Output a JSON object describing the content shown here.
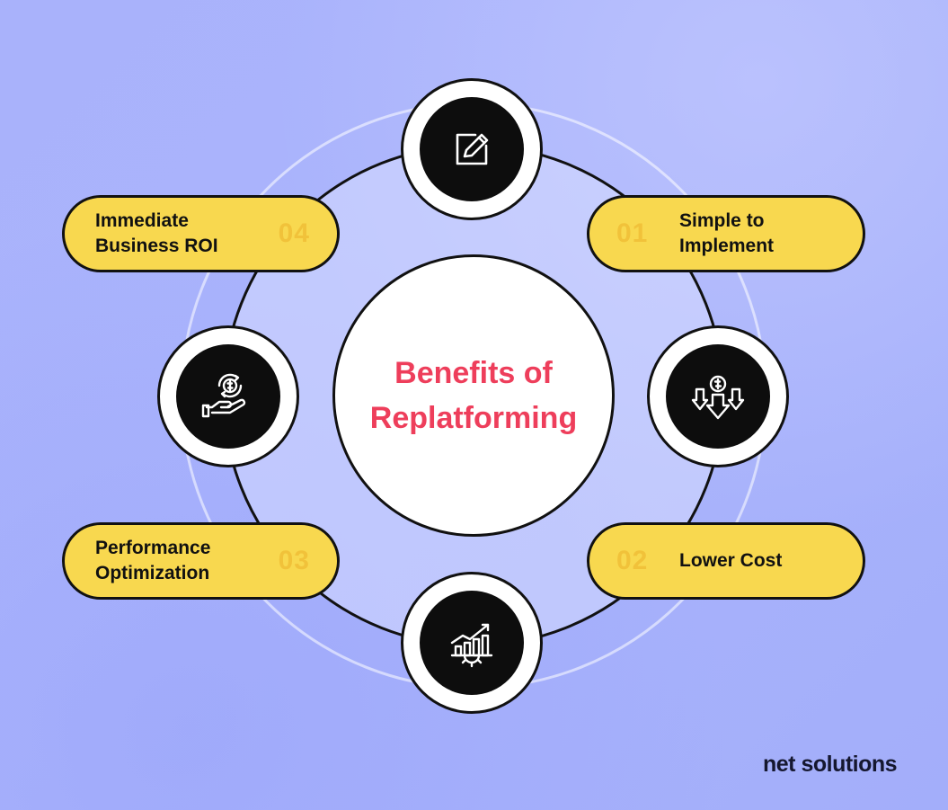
{
  "center": {
    "title_line1": "Benefits of",
    "title_line2": "Replatforming"
  },
  "nodes": [
    {
      "num": "01",
      "label_line1": "Simple to",
      "label_line2": "Implement",
      "icon": "edit-icon"
    },
    {
      "num": "02",
      "label_line1": "Lower Cost",
      "label_line2": "",
      "icon": "cost-down-icon"
    },
    {
      "num": "03",
      "label_line1": "Performance",
      "label_line2": "Optimization",
      "icon": "growth-chart-icon"
    },
    {
      "num": "04",
      "label_line1": "Immediate",
      "label_line2": "Business ROI",
      "icon": "money-hand-icon"
    }
  ],
  "colors": {
    "pill_fill": "#f8d84f",
    "number_color": "#f1c23a",
    "title_color": "#ee3e5b",
    "outline": "#111111",
    "background": "#a7b1fb"
  },
  "brand": {
    "text": "net solutions"
  }
}
